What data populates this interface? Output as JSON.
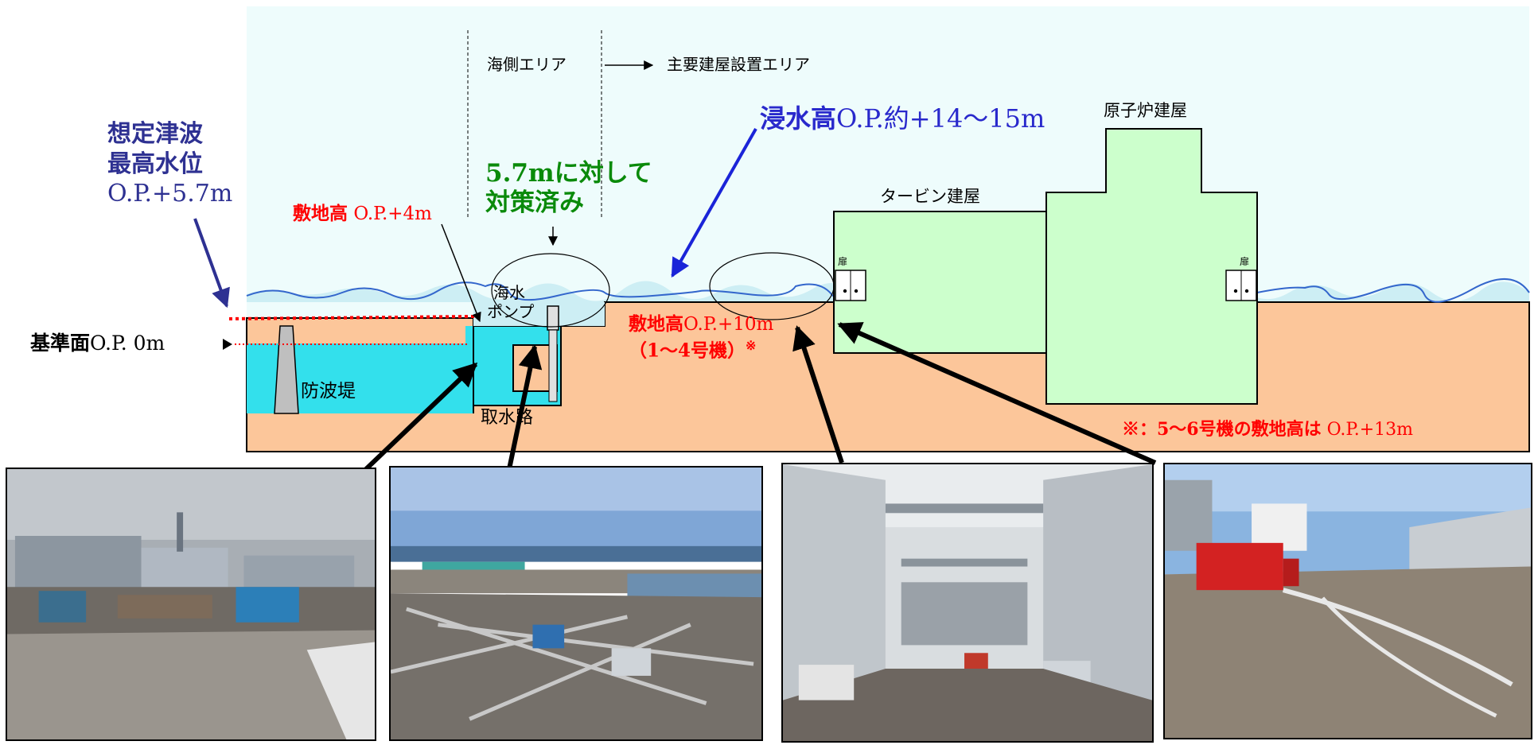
{
  "labels": {
    "sea_side_area": "海側エリア",
    "main_building_area": "主要建屋設置エリア",
    "tsunami_assumed_line1": "想定津波",
    "tsunami_assumed_line2": "最高水位",
    "tsunami_assumed_line3": "O.P.+5.7m",
    "countermeasure_line1": "5.7mに対して",
    "countermeasure_line2": "対策済み",
    "flood_height_prefix": "浸水高",
    "flood_height_value": "O.P.約+14〜15m",
    "reactor_building": "原子炉建屋",
    "turbine_building": "タービン建屋",
    "site_height_4m_prefix": "敷地高",
    "site_height_4m_value": "O.P.+4m",
    "seawater_pump_line1": "海水",
    "seawater_pump_line2": "ポンプ",
    "datum_prefix": "基準面",
    "datum_value": "O.P. 0m",
    "site_height_10m_prefix": "敷地高",
    "site_height_10m_value": "O.P.+10m",
    "site_height_10m_units": "（1〜4号機）",
    "asterisk_mark": "※",
    "breakwater": "防波堤",
    "intake_channel": "取水路",
    "door_1": "扉",
    "door_2": "扉",
    "footnote_prefix": "※：5〜6号機の敷地高は",
    "footnote_value": "O.P.+13m"
  },
  "colors": {
    "sky": "#eefcfc",
    "sea": "#33e0ec",
    "water_overlay": "#cdeef4",
    "ground": "#fcc69a",
    "building": "#ccffcc",
    "breakwater": "#bfbfbf",
    "wave_line": "#3366cc",
    "red_text": "#ff0000",
    "blue_text": "#2929cc",
    "navy_text": "#2e3192",
    "green_text": "#0a8a0a",
    "arrow_blue": "#1a24d8"
  },
  "photos": [
    {
      "name": "photo-seaside-debris"
    },
    {
      "name": "photo-intake-debris"
    },
    {
      "name": "photo-building-corridor"
    },
    {
      "name": "photo-fire-truck-road"
    }
  ]
}
